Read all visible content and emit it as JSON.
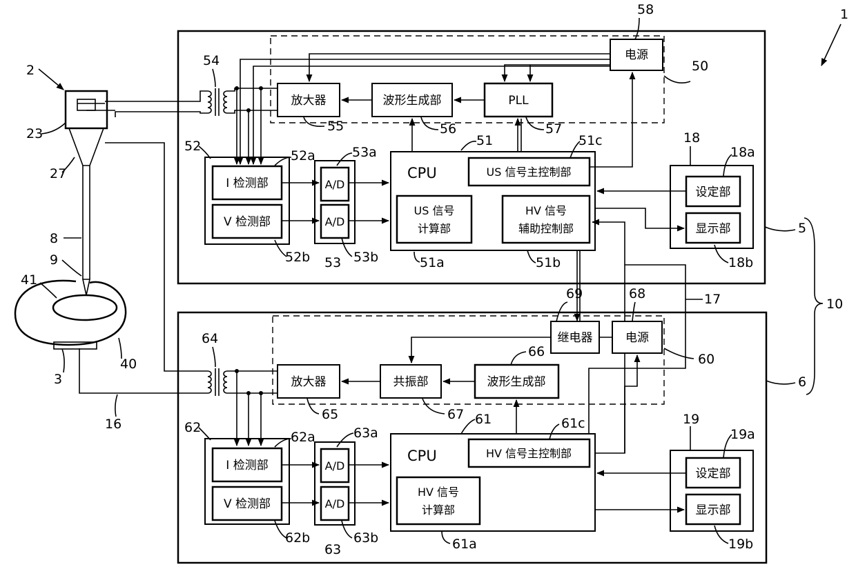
{
  "figure_number": "1",
  "us_unit": {
    "ref": "5",
    "module_ref": "50",
    "transformer_ref": "54",
    "amplifier": {
      "label": "放大器",
      "ref": "55"
    },
    "waveform": {
      "label": "波形生成部",
      "ref": "56"
    },
    "pll": {
      "label": "PLL",
      "ref": "57"
    },
    "power": {
      "label": "电源",
      "ref": "58"
    },
    "detector_group_ref": "52",
    "i_detector": {
      "label": "I 检测部",
      "ref": "52a"
    },
    "v_detector": {
      "label": "V 检测部",
      "ref": "52b"
    },
    "adc_group_ref": "53",
    "adc_a": {
      "label": "A/D",
      "ref": "53a"
    },
    "adc_b": {
      "label": "A/D",
      "ref": "53b"
    },
    "cpu": {
      "label": "CPU",
      "ref": "51"
    },
    "calc": {
      "line1": "US 信号",
      "line2": "计算部",
      "ref": "51a"
    },
    "aux_control": {
      "line1": "HV 信号",
      "line2": "辅助控制部",
      "ref": "51b"
    },
    "main_control": {
      "label": "US 信号主控制部",
      "ref": "51c"
    },
    "panel_ref": "18",
    "setting": {
      "label": "设定部",
      "ref": "18a"
    },
    "display": {
      "label": "显示部",
      "ref": "18b"
    }
  },
  "hv_unit": {
    "ref": "6",
    "module_ref": "60",
    "transformer_ref": "64",
    "amplifier": {
      "label": "放大器",
      "ref": "65"
    },
    "resonance": {
      "label": "共振部",
      "ref": "67"
    },
    "waveform": {
      "label": "波形生成部",
      "ref": "66"
    },
    "relay": {
      "label": "继电器",
      "ref": "69"
    },
    "power": {
      "label": "电源",
      "ref": "68"
    },
    "detector_group_ref": "62",
    "i_detector": {
      "label": "I 检测部",
      "ref": "62a"
    },
    "v_detector": {
      "label": "V 检测部",
      "ref": "62b"
    },
    "adc_group_ref": "63",
    "adc_a": {
      "label": "A/D",
      "ref": "63a"
    },
    "adc_b": {
      "label": "A/D",
      "ref": "63b"
    },
    "cpu": {
      "label": "CPU",
      "ref": "61"
    },
    "calc": {
      "line1": "HV 信号",
      "line2": "计算部",
      "ref": "61a"
    },
    "main_control": {
      "label": "HV 信号主控制部",
      "ref": "61c"
    },
    "panel_ref": "19",
    "setting": {
      "label": "设定部",
      "ref": "19a"
    },
    "display": {
      "label": "显示部",
      "ref": "19b"
    }
  },
  "system_ref": "10",
  "comm_line_ref": "17",
  "probe": {
    "handpiece_ref": "2",
    "transducer_ref": "23",
    "horn_ref": "27",
    "probe_ref": "8",
    "tip_ref": "9",
    "target_ref": "41",
    "organ_ref": "40",
    "pad_ref": "3",
    "cable_ref": "16"
  }
}
